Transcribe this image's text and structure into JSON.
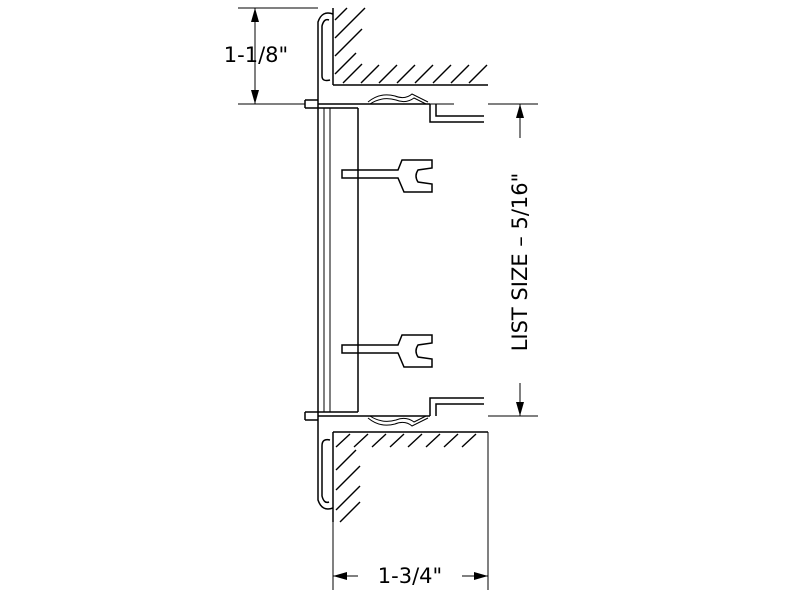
{
  "dimensions": {
    "top_height": "1-1/8\"",
    "list_size": "LIST SIZE  –  5/16\"",
    "bottom_depth": "1-3/4\""
  }
}
